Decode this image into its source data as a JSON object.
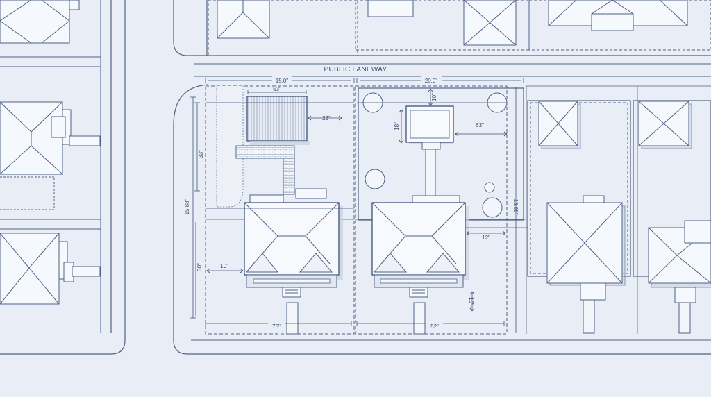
{
  "street_label": "PUBLIC LANEWAY",
  "dimensions": {
    "lot_a_width": "15.0\"",
    "lot_b_width": "20.0\"",
    "shed_width": "53\"",
    "shed_side_offset": "23\"",
    "rear_yard_depth": "33\"",
    "total_depth_left": "15.88\"",
    "house_a_side_setback": "10\"",
    "lower_side_left": "30\"",
    "house_a_frontage": "78\"",
    "pavilion_top_offset": "10\"",
    "pavilion_depth": "18\"",
    "pavilion_side_offset": "63\"",
    "total_depth_right": "13.88\"",
    "house_b_side_setback": "12\"",
    "front_setback": "10\"",
    "house_b_frontage": "52\""
  },
  "colors": {
    "background": "#e9eef6",
    "line": "#4a5d80",
    "fill": "#f5f8fc"
  }
}
